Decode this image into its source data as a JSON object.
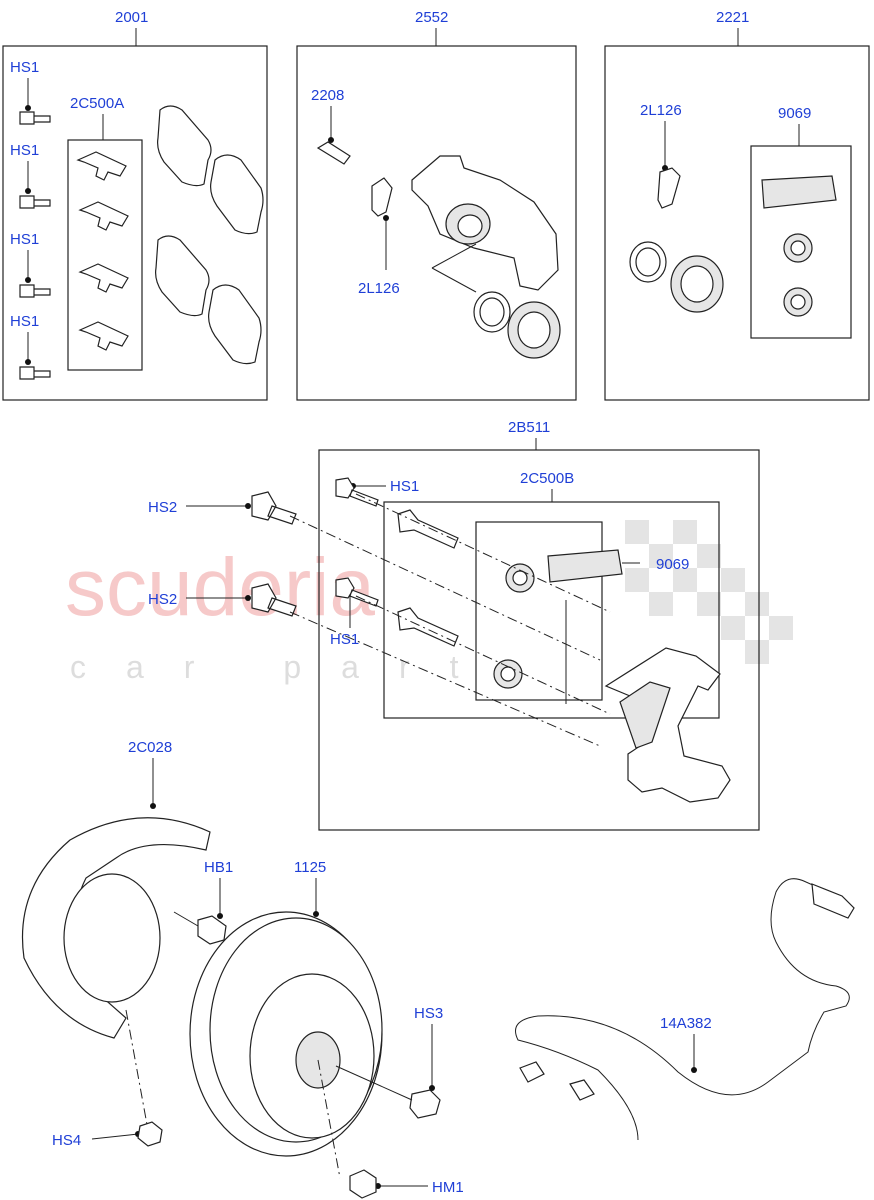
{
  "watermark": {
    "brand": "scuderia",
    "sub": "car parts"
  },
  "groups": {
    "pads_kit": {
      "label": "2001",
      "clips_label": "2C500A",
      "bolt_labels": [
        "HS1",
        "HS1",
        "HS1",
        "HS1"
      ]
    },
    "caliper": {
      "label": "2552",
      "bleed_label": "2208",
      "cap_label": "2L126"
    },
    "seal_kit": {
      "label": "2221",
      "cap_label": "2L126",
      "grease_label": "9069"
    },
    "carrier": {
      "label": "2B511",
      "pin_kit_label": "2C500B",
      "grease_label": "9069",
      "bolt_labels": [
        "HS1",
        "HS1"
      ],
      "mount_bolt_labels": [
        "HS2",
        "HS2"
      ]
    }
  },
  "parts": {
    "shield": "2C028",
    "shield_bolt": "HB1",
    "disc": "1125",
    "disc_screw": "HS3",
    "shield_lower_bolt": "HS4",
    "hub_nut": "HM1",
    "sensor": "14A382"
  }
}
